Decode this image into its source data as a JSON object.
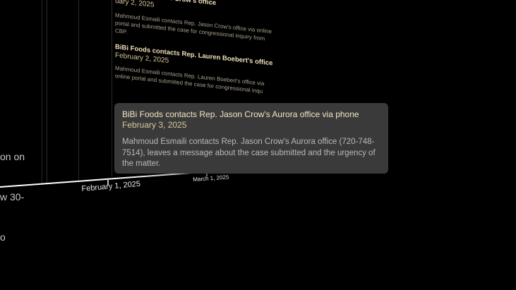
{
  "left_fragment": {
    "lines": [
      "on on",
      "w 30-",
      "o"
    ]
  },
  "background_events": [
    {
      "title": "ntacts Rep. Jason Crow's office",
      "date": "uary 2, 2025",
      "description": ""
    },
    {
      "title": "",
      "date": "",
      "description": "Mahmoud Esmaili contacts Rep. Jason Crow's office via online portal and submitted the case for congressional inquiry from CBP."
    },
    {
      "title": "BiBi Foods contacts Rep. Lauren Boebert's office",
      "date": "February 2, 2025",
      "description": "Mahmoud Esmaili contacts Rep. Lauren Boebert's office via online portal and submitted the case for congressional inqu"
    }
  ],
  "timeline": {
    "ticks": [
      {
        "label": "February 1, 2025"
      },
      {
        "label": "March 1, 2025"
      }
    ]
  },
  "focused_event": {
    "title": "BiBi Foods contacts Rep. Jason Crow's Aurora office via phone",
    "date": "February 3, 2025",
    "description": "Mahmoud Esmaili contacts Rep. Jason Crow's Aurora office (720-748-7514), leaves a message about the case submitted and the urgency of the matter."
  },
  "colors": {
    "background": "#000000",
    "card_background": "#3a3a3a",
    "title_color": "#f2e6c4",
    "date_color": "#d7c8a0",
    "description_color": "#b9b9b9"
  }
}
